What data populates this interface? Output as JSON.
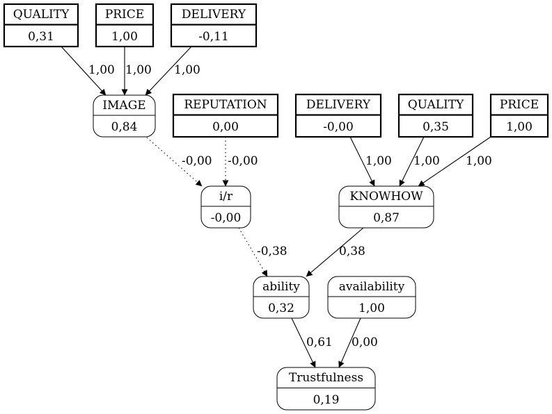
{
  "nodes": [
    {
      "id": "quality1",
      "label": "QUALITY",
      "value": "0,31",
      "kind": "input"
    },
    {
      "id": "price1",
      "label": "PRICE",
      "value": "1,00",
      "kind": "input"
    },
    {
      "id": "delivery1",
      "label": "DELIVERY",
      "value": "-0,11",
      "kind": "input"
    },
    {
      "id": "image",
      "label": "IMAGE",
      "value": "0,84",
      "kind": "derived"
    },
    {
      "id": "reputation",
      "label": "REPUTATION",
      "value": "0,00",
      "kind": "input"
    },
    {
      "id": "delivery2",
      "label": "DELIVERY",
      "value": "-0,00",
      "kind": "input"
    },
    {
      "id": "quality2",
      "label": "QUALITY",
      "value": "0,35",
      "kind": "input"
    },
    {
      "id": "price2",
      "label": "PRICE",
      "value": "1,00",
      "kind": "input"
    },
    {
      "id": "ir",
      "label": "i/r",
      "value": "-0,00",
      "kind": "derived"
    },
    {
      "id": "knowhow",
      "label": "KNOWHOW",
      "value": "0,87",
      "kind": "derived"
    },
    {
      "id": "ability",
      "label": "ability",
      "value": "0,32",
      "kind": "derived"
    },
    {
      "id": "availability",
      "label": "availability",
      "value": "1,00",
      "kind": "derived"
    },
    {
      "id": "trustfulness",
      "label": "Trustfulness",
      "value": "0,19",
      "kind": "derived"
    }
  ],
  "edges": [
    {
      "from": "quality1",
      "to": "image",
      "label": "1,00",
      "style": "solid"
    },
    {
      "from": "price1",
      "to": "image",
      "label": "1,00",
      "style": "solid"
    },
    {
      "from": "delivery1",
      "to": "image",
      "label": "1,00",
      "style": "solid"
    },
    {
      "from": "image",
      "to": "ir",
      "label": "-0,00",
      "style": "dotted"
    },
    {
      "from": "reputation",
      "to": "ir",
      "label": "-0,00",
      "style": "dotted"
    },
    {
      "from": "delivery2",
      "to": "knowhow",
      "label": "1,00",
      "style": "solid"
    },
    {
      "from": "quality2",
      "to": "knowhow",
      "label": "1,00",
      "style": "solid"
    },
    {
      "from": "price2",
      "to": "knowhow",
      "label": "1,00",
      "style": "solid"
    },
    {
      "from": "ir",
      "to": "ability",
      "label": "-0,38",
      "style": "dotted"
    },
    {
      "from": "knowhow",
      "to": "ability",
      "label": "0,38",
      "style": "solid"
    },
    {
      "from": "ability",
      "to": "trustfulness",
      "label": "0,61",
      "style": "solid"
    },
    {
      "from": "availability",
      "to": "trustfulness",
      "label": "0,00",
      "style": "solid"
    }
  ]
}
